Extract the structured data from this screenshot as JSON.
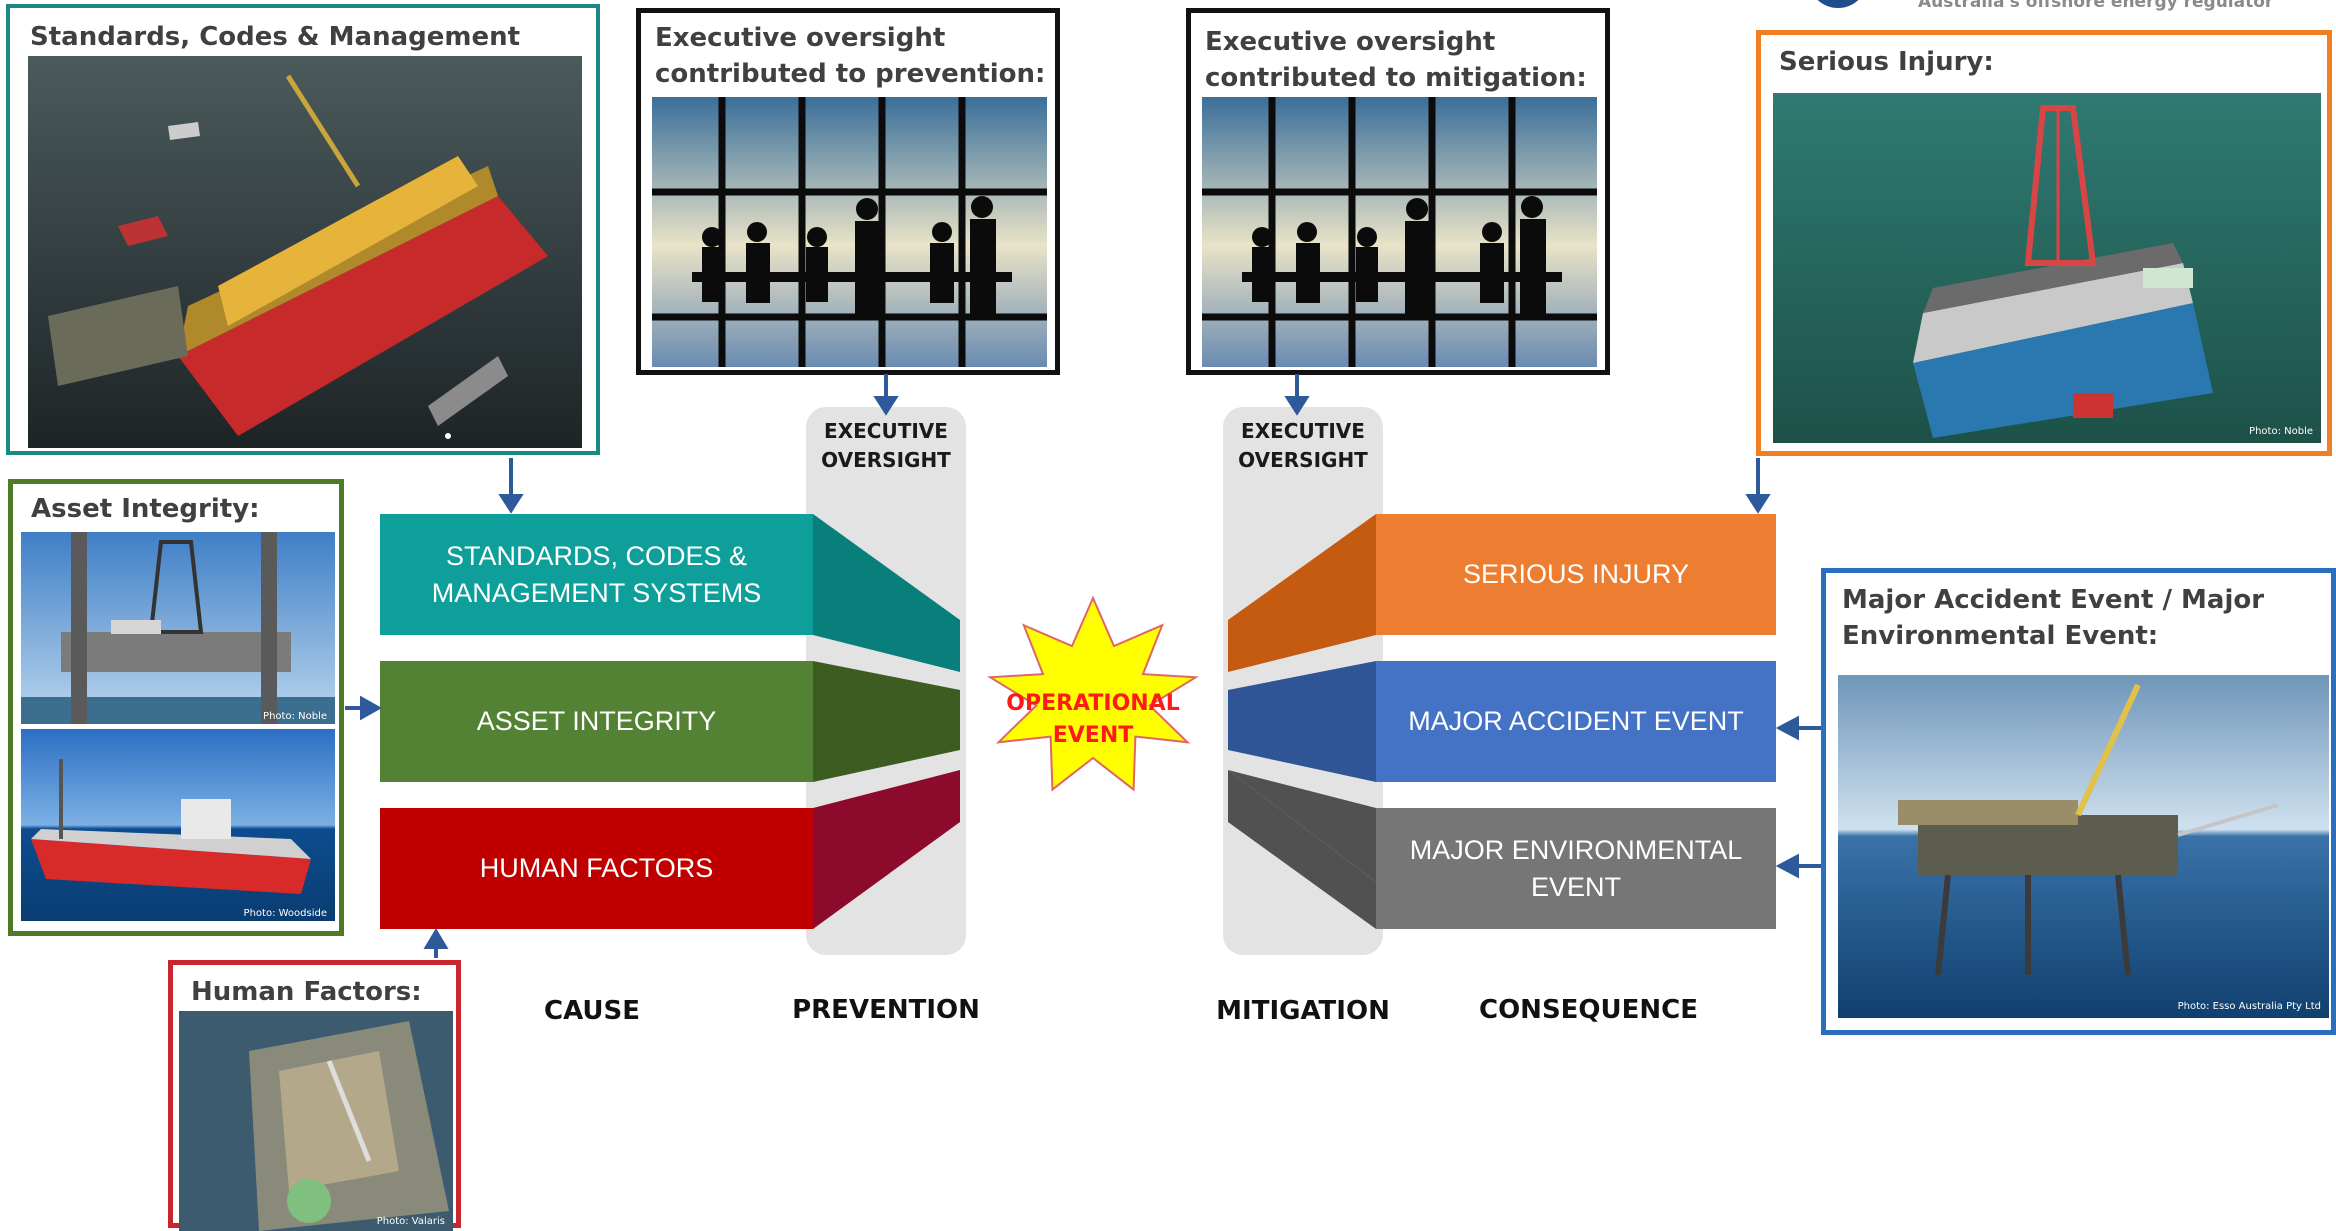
{
  "regulator_tagline": "Australia's offshore energy regulator",
  "panels": {
    "standards": {
      "title": "Standards, Codes & Management Systems:"
    },
    "exec_prevention": {
      "title_line1": "Executive oversight",
      "title_line2": "contributed to prevention:"
    },
    "exec_mitigation": {
      "title_line1": "Executive oversight",
      "title_line2": "contributed to mitigation:"
    },
    "serious_injury": {
      "title": "Serious Injury:",
      "credit": "Photo: Noble"
    },
    "asset_integrity": {
      "title": "Asset Integrity:",
      "credit_top": "Photo: Noble",
      "credit_bottom": "Photo: Woodside"
    },
    "human_factors": {
      "title": "Human Factors:",
      "credit": "Photo: Valaris"
    },
    "major_accident": {
      "title_line1": "Major Accident Event / Major",
      "title_line2": "Environmental Event:",
      "credit": "Photo: Esso Australia Pty Ltd"
    }
  },
  "causes": {
    "standards": {
      "line1": "STANDARDS, CODES &",
      "line2": "MANAGEMENT SYSTEMS"
    },
    "asset": "ASSET INTEGRITY",
    "human": "HUMAN FACTORS"
  },
  "consequences": {
    "injury": "SERIOUS INJURY",
    "accident": "MAJOR ACCIDENT EVENT",
    "environmental": {
      "line1": "MAJOR ENVIRONMENTAL",
      "line2": "EVENT"
    }
  },
  "pillars": {
    "prevention": {
      "line1": "EXECUTIVE",
      "line2": "OVERSIGHT"
    },
    "mitigation": {
      "line1": "EXECUTIVE",
      "line2": "OVERSIGHT"
    }
  },
  "event": {
    "line1": "OPERATIONAL",
    "line2": "EVENT"
  },
  "columns": {
    "cause": "CAUSE",
    "prevention": "PREVENTION",
    "mitigation": "MITIGATION",
    "consequence": "CONSEQUENCE"
  },
  "colors": {
    "teal": "#0e9f9a",
    "teal_dark": "#087f7b",
    "green": "#548235",
    "green_dark": "#3c5c22",
    "red": "#c00000",
    "red_dark": "#8c0a2c",
    "orange": "#ed7d31",
    "orange_dark": "#c55a11",
    "blue": "#4472c4",
    "blue_dark": "#2f5597",
    "grey": "#767676",
    "grey_dark": "#515151",
    "star_fill": "#ffff00",
    "star_stroke": "#e06666",
    "arrow": "#2e5a9c"
  }
}
